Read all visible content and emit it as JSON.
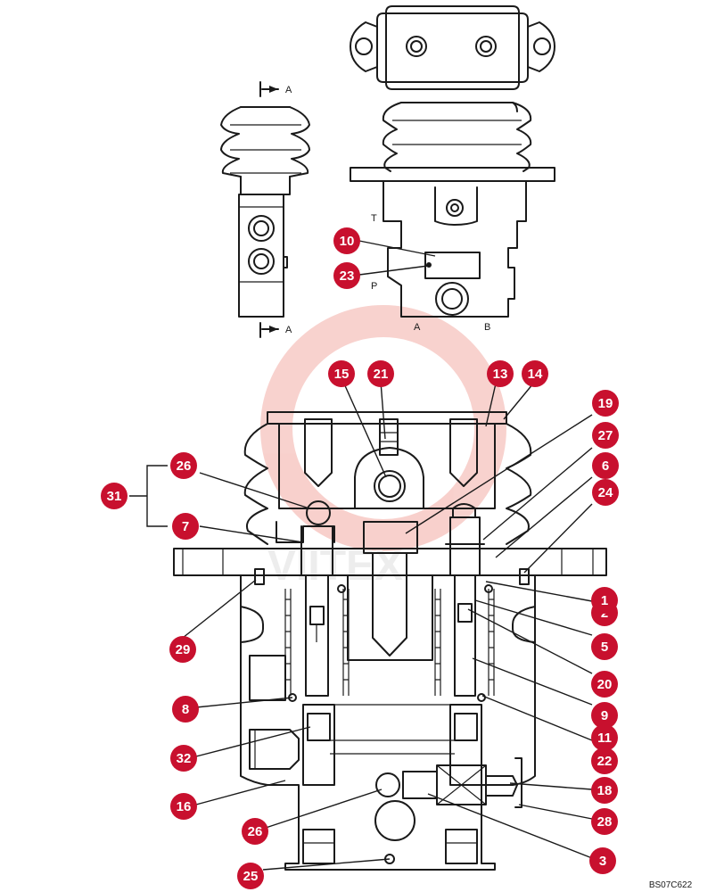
{
  "drawing_code": "BS07C622",
  "section_labels": [
    "A",
    "A"
  ],
  "port_labels": {
    "t": "T",
    "p": "P",
    "a": "A",
    "b": "B"
  },
  "watermark_text": "VIITEX",
  "callouts": [
    {
      "id": "c10",
      "label": "10"
    },
    {
      "id": "c23",
      "label": "23"
    },
    {
      "id": "c15",
      "label": "15"
    },
    {
      "id": "c21",
      "label": "21"
    },
    {
      "id": "c13",
      "label": "13"
    },
    {
      "id": "c14",
      "label": "14"
    },
    {
      "id": "c19",
      "label": "19"
    },
    {
      "id": "c27",
      "label": "27"
    },
    {
      "id": "c6",
      "label": "6"
    },
    {
      "id": "c24",
      "label": "24"
    },
    {
      "id": "c26a",
      "label": "26"
    },
    {
      "id": "c31",
      "label": "31"
    },
    {
      "id": "c7",
      "label": "7"
    },
    {
      "id": "c1",
      "label": "1"
    },
    {
      "id": "c2",
      "label": "2"
    },
    {
      "id": "c5",
      "label": "5"
    },
    {
      "id": "c29",
      "label": "29"
    },
    {
      "id": "c20",
      "label": "20"
    },
    {
      "id": "c9",
      "label": "9"
    },
    {
      "id": "c8",
      "label": "8"
    },
    {
      "id": "c11",
      "label": "11"
    },
    {
      "id": "c22",
      "label": "22"
    },
    {
      "id": "c32",
      "label": "32"
    },
    {
      "id": "c18",
      "label": "18"
    },
    {
      "id": "c16",
      "label": "16"
    },
    {
      "id": "c28",
      "label": "28"
    },
    {
      "id": "c26b",
      "label": "26"
    },
    {
      "id": "c3",
      "label": "3"
    },
    {
      "id": "c25",
      "label": "25"
    }
  ]
}
